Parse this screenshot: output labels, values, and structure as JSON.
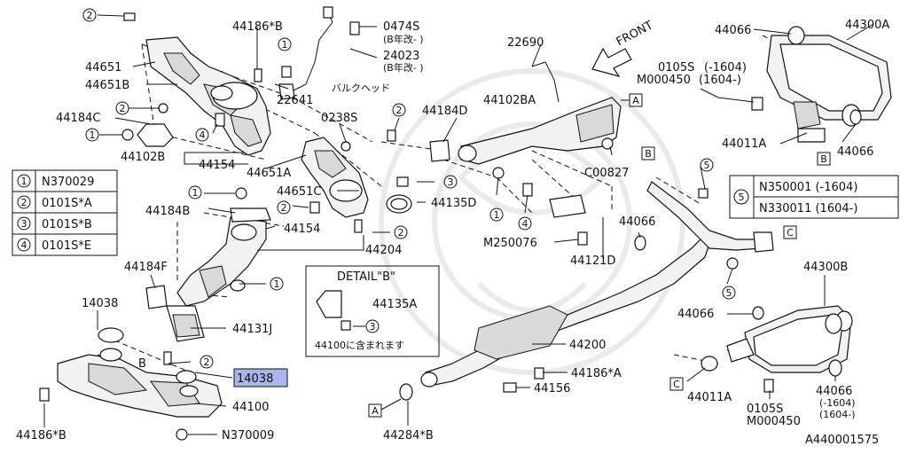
{
  "diagram_id": "A440001575",
  "front_label": "FRONT",
  "callouts": {
    "c1": "1",
    "c2": "2",
    "c3": "3",
    "c4": "4",
    "c5": "5",
    "boxA": "A",
    "boxB": "B",
    "boxC": "C"
  },
  "legend_left": [
    {
      "num": "1",
      "code": "N370029"
    },
    {
      "num": "2",
      "code": "0101S*A"
    },
    {
      "num": "3",
      "code": "0101S*B"
    },
    {
      "num": "4",
      "code": "0101S*E"
    }
  ],
  "legend_right": {
    "num": "5",
    "rows": [
      "N350001 (-1604)",
      "N330011 (1604-)"
    ]
  },
  "detail": {
    "title": "DETAIL\"B\"",
    "part": "44135A",
    "note": "44100に含まれます"
  },
  "highlight": {
    "label": "14038",
    "color": "#a9b4e8"
  },
  "labels": {
    "p44186B_top": "44186*B",
    "p0474S": "0474S",
    "p0474S_sub": "(B年改- )",
    "p24023": "24023",
    "p24023_sub": "(B年改- )",
    "bulkhead": "バルクヘッド",
    "p22690": "22690",
    "p44066_tr": "44066",
    "p44300A": "44300A",
    "p0105S_tr": "0105S",
    "p0105S_tr_r": "(-1604)",
    "pM000450_tr": "M000450",
    "pM000450_tr_r": "(1604-)",
    "p44651": "44651",
    "p44651B": "44651B",
    "p22641": "22641",
    "p44102BA": "44102BA",
    "p44184C": "44184C",
    "p0238S": "0238S",
    "p44184D": "44184D",
    "p44102B": "44102B",
    "p44154_top": "44154",
    "p44651A": "44651A",
    "pC00827": "C00827",
    "p44011A_tr": "44011A",
    "p44066_tr2": "44066",
    "p44184B": "44184B",
    "p44651C": "44651C",
    "p44135D": "44135D",
    "p44154_mid": "44154",
    "p44204": "44204",
    "pM250076": "M250076",
    "p44121D": "44121D",
    "p44066_mid": "44066",
    "p44184F": "44184F",
    "p14038_top": "14038",
    "p44131J": "44131J",
    "p44200": "44200",
    "p44300B": "44300B",
    "p44066_r": "44066",
    "p44186A": "44186*A",
    "p44156": "44156",
    "p44011A_br": "44011A",
    "p44066_br": "44066",
    "p44066_br_sub1": "(-1604)",
    "p44066_br_sub2": "(1604-)",
    "p0105S_br": "0105S",
    "pM000450_br": "M000450",
    "p44100": "44100",
    "p44186B_bot": "44186*B",
    "pN370009": "N370009",
    "p44284B": "44284*B",
    "b_letter": "B"
  }
}
